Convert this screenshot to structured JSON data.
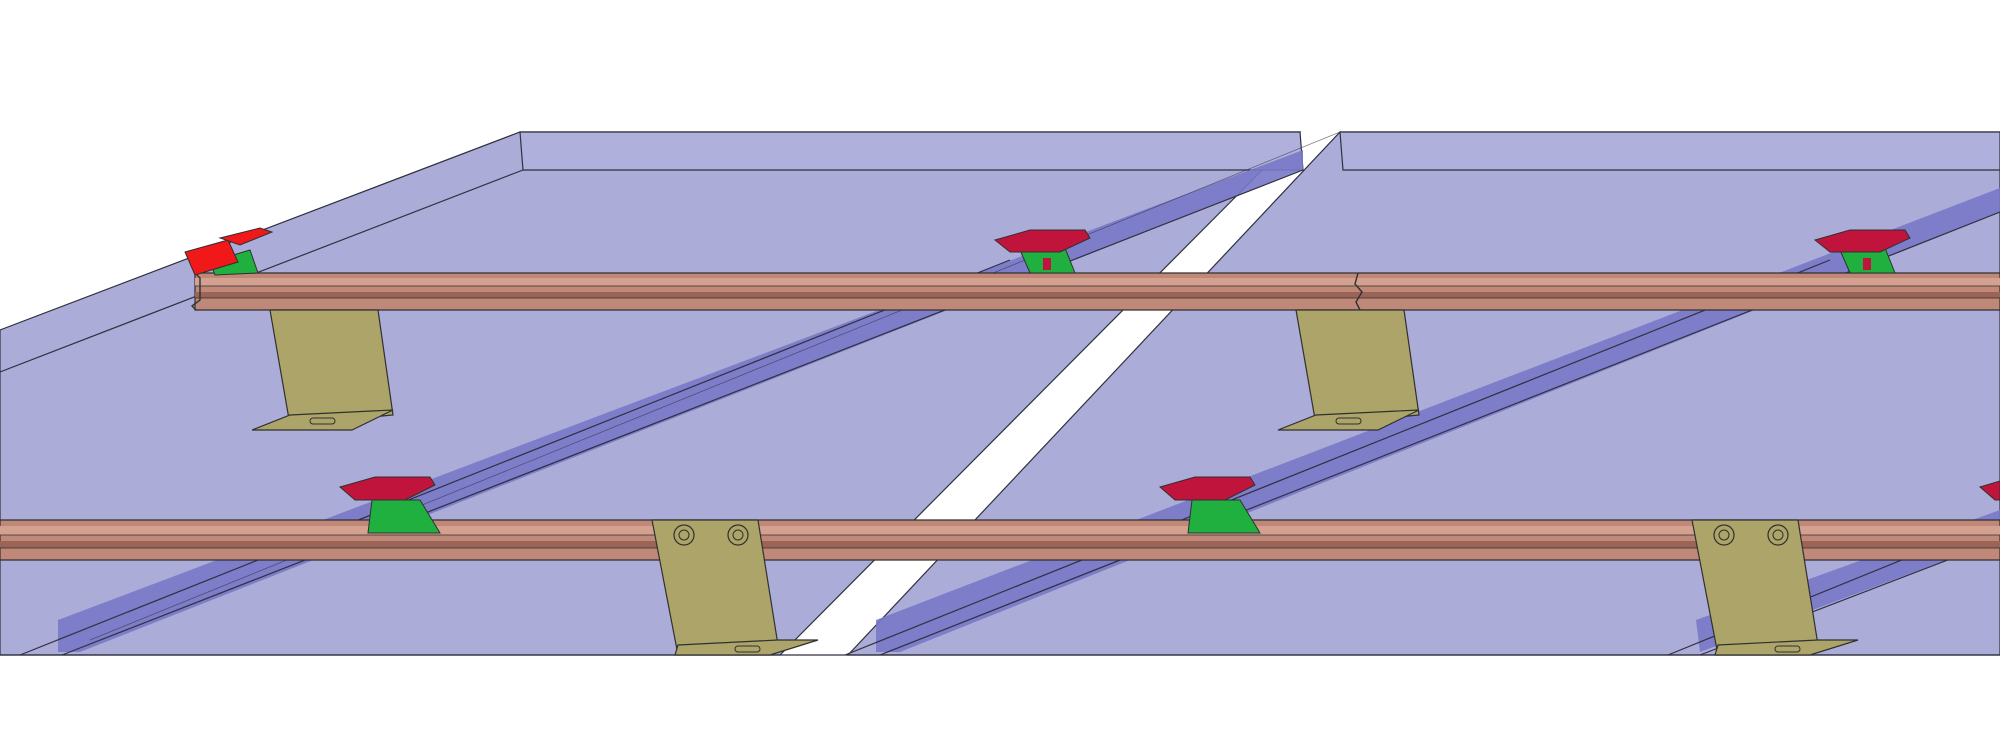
{
  "diagram": {
    "view": "isometric",
    "components": [
      {
        "id": "panel",
        "name": "solar-panel",
        "count": 3
      },
      {
        "id": "rail",
        "name": "mounting-rail",
        "count": 2
      },
      {
        "id": "bracket",
        "name": "roof-bracket",
        "count": 4
      },
      {
        "id": "mid-clamp",
        "name": "mid-clamp",
        "count": 5
      },
      {
        "id": "end-clamp",
        "name": "end-clamp",
        "count": 1
      }
    ],
    "colors": {
      "background": "#ffffff",
      "panel_face": "#acacd8",
      "panel_edge": "#7878c8",
      "panel_outline": "#303040",
      "rail_body": "#c08878",
      "rail_highlight": "#d4a090",
      "rail_dark": "#9a6456",
      "bracket_body": "#aca468",
      "bracket_dark": "#8c8450",
      "clamp_top": "#c0143c",
      "clamp_base": "#20b040",
      "end_clamp": "#f01818"
    }
  }
}
